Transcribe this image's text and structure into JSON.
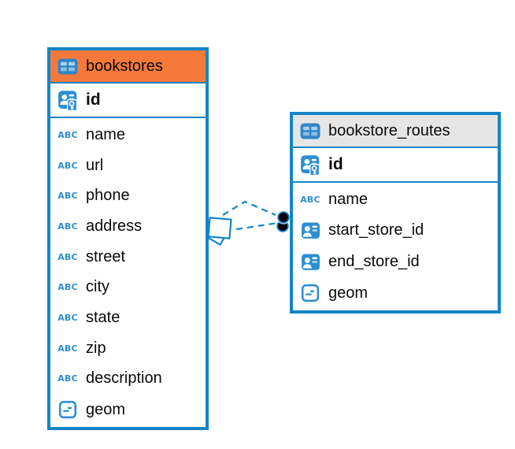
{
  "app": {
    "view": "entity-relationship-diagram"
  },
  "colors": {
    "accent_blue": "#1485C6",
    "icon_blue": "#2E8FD0",
    "bookstores_header": "#F5793B",
    "routes_header": "#E5E5E5",
    "canvas_background": "#FFFFFF",
    "relation_dot_fill": "#000000"
  },
  "icons": {
    "text_label": "ABC"
  },
  "tables": [
    {
      "name": "bookstores",
      "icon": "table-icon",
      "header_color": "#F5793B",
      "primary_key": {
        "name": "id",
        "icon": "primary-key-icon"
      },
      "columns": [
        {
          "name": "name",
          "icon": "text-icon"
        },
        {
          "name": "url",
          "icon": "text-icon"
        },
        {
          "name": "phone",
          "icon": "text-icon"
        },
        {
          "name": "address",
          "icon": "text-icon"
        },
        {
          "name": "street",
          "icon": "text-icon"
        },
        {
          "name": "city",
          "icon": "text-icon"
        },
        {
          "name": "state",
          "icon": "text-icon"
        },
        {
          "name": "zip",
          "icon": "text-icon"
        },
        {
          "name": "description",
          "icon": "text-icon"
        },
        {
          "name": "geom",
          "icon": "geometry-icon"
        }
      ]
    },
    {
      "name": "bookstore_routes",
      "icon": "table-icon",
      "header_color": "#E5E5E5",
      "primary_key": {
        "name": "id",
        "icon": "primary-key-icon"
      },
      "columns": [
        {
          "name": "name",
          "icon": "text-icon"
        },
        {
          "name": "start_store_id",
          "icon": "reference-icon"
        },
        {
          "name": "end_store_id",
          "icon": "reference-icon"
        },
        {
          "name": "geom",
          "icon": "geometry-icon"
        }
      ]
    }
  ],
  "relations": [
    {
      "from_table": "bookstores",
      "to_table": "bookstore_routes",
      "line_style": "dashed",
      "source_marker": "diamond",
      "target_marker": "filled-circle"
    },
    {
      "from_table": "bookstores",
      "to_table": "bookstore_routes",
      "line_style": "dashed",
      "source_marker": "diamond",
      "target_marker": "filled-circle"
    }
  ]
}
